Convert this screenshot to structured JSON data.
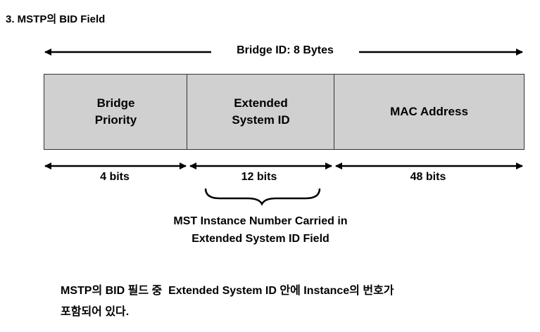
{
  "heading": "3. MSTP의 BID Field",
  "diagram": {
    "total_label": "Bridge ID: 8 Bytes",
    "fields": [
      {
        "label": "Bridge\nPriority",
        "size": "4 bits"
      },
      {
        "label": "Extended\nSystem ID",
        "size": "12 bits"
      },
      {
        "label": "MAC Address",
        "size": "48 bits"
      }
    ],
    "brace_caption": "MST Instance Number Carried in\nExtended System ID Field"
  },
  "note": {
    "line1": "MSTP의 BID 필드 중  Extended System ID 안에 Instance의 번호가",
    "line2": "포함되어 있다."
  },
  "colors": {
    "field_fill": "#d0d0d0",
    "border": "#333333",
    "arrow": "#000000"
  }
}
